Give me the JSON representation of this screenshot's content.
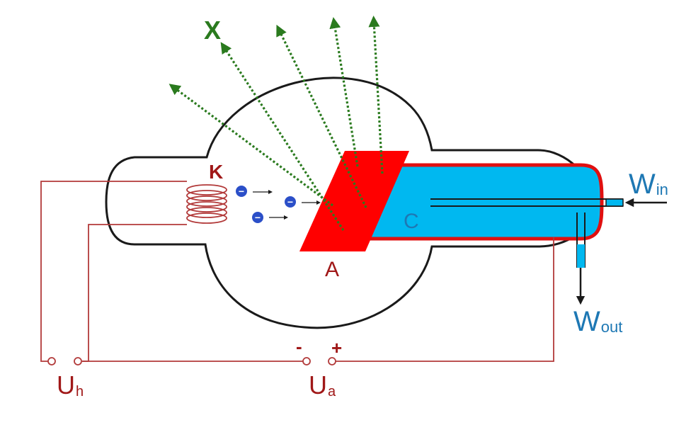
{
  "labels": {
    "x_rays": "X",
    "cathode": "K",
    "anode": "A",
    "cooling": "C",
    "water_in_main": "W",
    "water_in_sub": "in",
    "water_out_main": "W",
    "water_out_sub": "out",
    "minus": "-",
    "plus": "+",
    "heater_voltage_main": "U",
    "heater_voltage_sub": "h",
    "anode_voltage_main": "U",
    "anode_voltage_sub": "a",
    "electron_sign": "−"
  },
  "colors": {
    "tube_outline": "#1a1a1a",
    "circuit": "#b23a3a",
    "label_red": "#a01818",
    "anode_red": "#ff0000",
    "coolant": "#00b8f0",
    "water_label": "#1e78b4",
    "x_ray_green": "#2a7a1e",
    "electron": "#2b4fc8"
  }
}
